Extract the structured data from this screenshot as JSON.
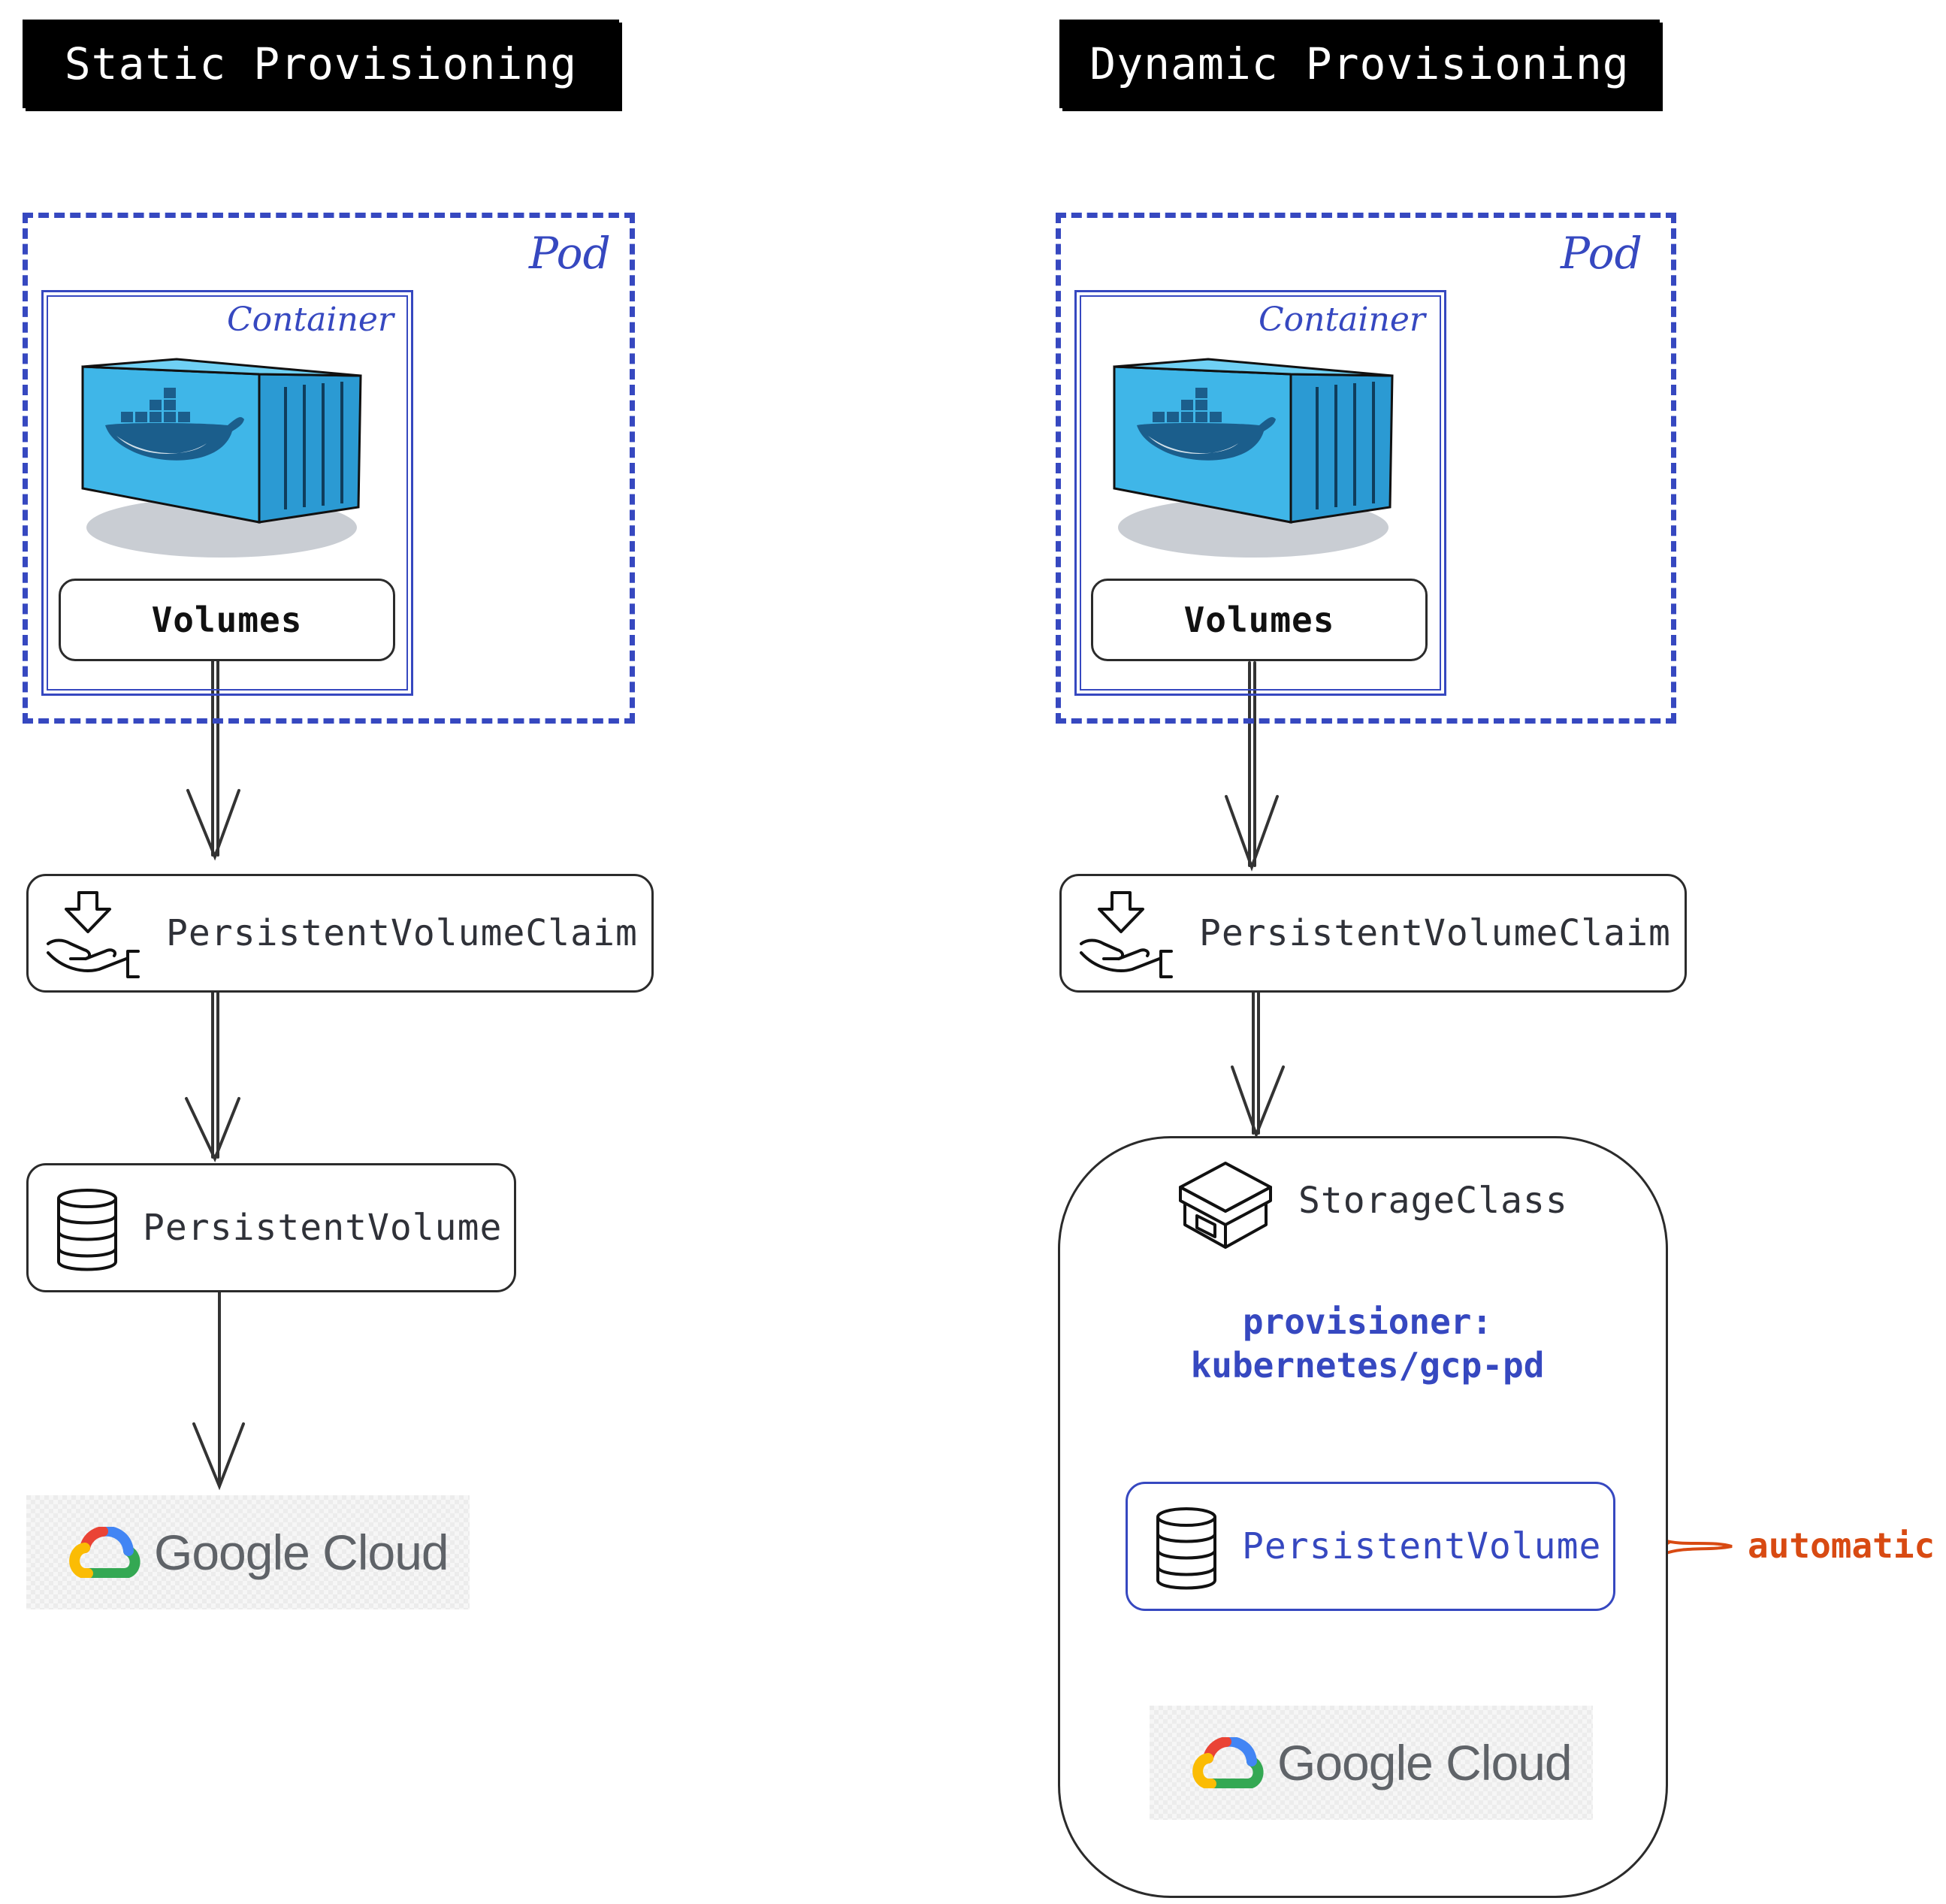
{
  "static": {
    "title": "Static Provisioning",
    "pod_label": "Pod",
    "container_label": "Container",
    "volumes_label": "Volumes",
    "pvc_label": "PersistentVolumeClaim",
    "pv_label": "PersistentVolume",
    "cloud": {
      "brand": "Google",
      "product": "Cloud"
    }
  },
  "dynamic": {
    "title": "Dynamic Provisioning",
    "pod_label": "Pod",
    "container_label": "Container",
    "volumes_label": "Volumes",
    "pvc_label": "PersistentVolumeClaim",
    "storageclass_label": "StorageClass",
    "provisioner_line1": "provisioner:",
    "provisioner_line2": "kubernetes/gcp-pd",
    "pv_label": "PersistentVolume",
    "cloud": {
      "brand": "Google",
      "product": "Cloud"
    },
    "automatic_label": "automatic"
  },
  "colors": {
    "pod_blue": "#3648c0",
    "text_dark": "#2f3138",
    "automatic_orange": "#d84a12",
    "docker_blue": "#3fb6e8"
  },
  "icons": {
    "pvc": "hand-receive-icon",
    "pv": "database-icon",
    "storageclass": "storage-box-icon",
    "container": "docker-container-icon",
    "cloud": "google-cloud-logo"
  }
}
